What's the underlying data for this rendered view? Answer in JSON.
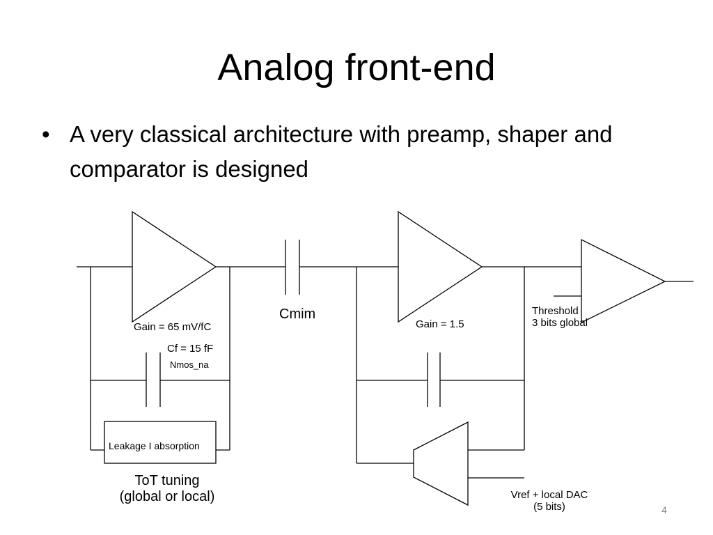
{
  "slide": {
    "title": "Analog front-end",
    "bullet": "A very classical architecture with preamp, shaper and comparator is designed",
    "page_number": "4"
  },
  "diagram": {
    "preamp_gain": "Gain = 65 mV/fC",
    "feedback_cap": "Cf = 15 fF",
    "feedback_device": "Nmos_na",
    "leakage_block": "Leakage I absorption",
    "tot_line1": "ToT tuning",
    "tot_line2": "(global or local)",
    "coupling_cap": "Cmim",
    "shaper_gain": "Gain = 1.5",
    "threshold_line1": "Threshold",
    "threshold_line2": "3 bits global",
    "vref_line1": "Vref + local DAC",
    "vref_line2": "(5 bits)"
  }
}
